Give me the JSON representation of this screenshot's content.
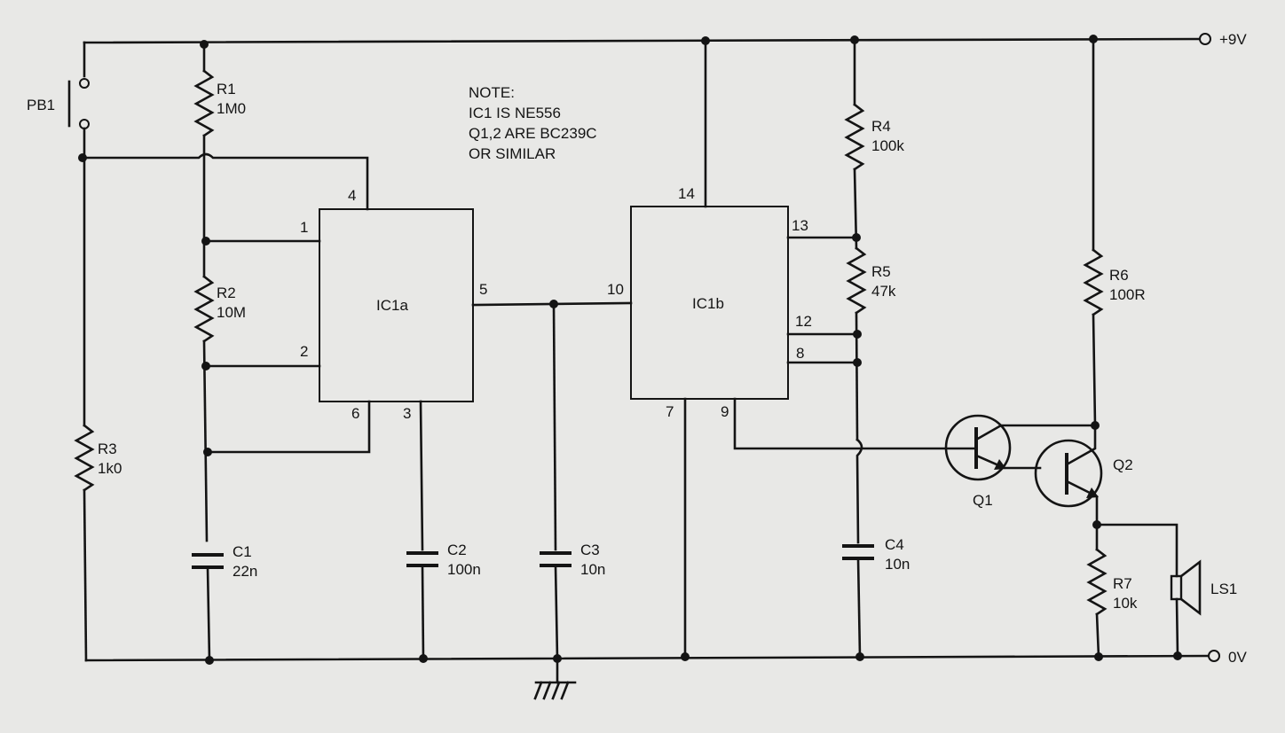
{
  "rails": {
    "supply": "+9V",
    "ground": "0V"
  },
  "note": [
    "NOTE:",
    "IC1 IS NE556",
    "Q1,2 ARE BC239C",
    "OR SIMILAR"
  ],
  "ics": {
    "ic1a": "IC1a",
    "ic1b": "IC1b"
  },
  "pins": {
    "ic1a": {
      "p1": "1",
      "p2": "2",
      "p3": "3",
      "p4": "4",
      "p5": "5",
      "p6": "6"
    },
    "ic1b": {
      "p7": "7",
      "p8": "8",
      "p9": "9",
      "p10": "10",
      "p12": "12",
      "p13": "13",
      "p14": "14"
    }
  },
  "components": {
    "pb1": {
      "ref": "PB1"
    },
    "r1": {
      "ref": "R1",
      "value": "1M0"
    },
    "r2": {
      "ref": "R2",
      "value": "10M"
    },
    "r3": {
      "ref": "R3",
      "value": "1k0"
    },
    "r4": {
      "ref": "R4",
      "value": "100k"
    },
    "r5": {
      "ref": "R5",
      "value": "47k"
    },
    "r6": {
      "ref": "R6",
      "value": "100R"
    },
    "r7": {
      "ref": "R7",
      "value": "10k"
    },
    "c1": {
      "ref": "C1",
      "value": "22n"
    },
    "c2": {
      "ref": "C2",
      "value": "100n"
    },
    "c3": {
      "ref": "C3",
      "value": "10n"
    },
    "c4": {
      "ref": "C4",
      "value": "10n"
    },
    "q1": {
      "ref": "Q1"
    },
    "q2": {
      "ref": "Q2"
    },
    "ls1": {
      "ref": "LS1"
    }
  }
}
